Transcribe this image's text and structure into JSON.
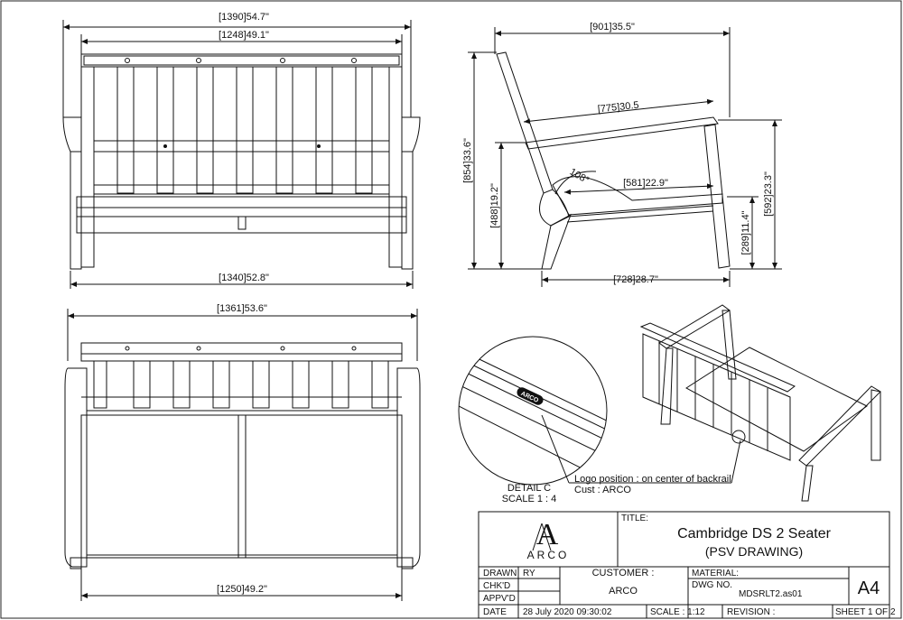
{
  "views": {
    "front": {
      "overall_width": "[1390]54.7\"",
      "back_width": "[1248]49.1\"",
      "leg_span": "[1340]52.8\""
    },
    "side": {
      "depth": "[901]35.5\"",
      "arm_length": "[775]30.5",
      "seat_depth": "[581]22.9\"",
      "base_depth": "[728]28.7\"",
      "overall_height": "[854]33.6\"",
      "seat_height": "[488]19.2\"",
      "arm_height": "[592]23.3\"",
      "seat_bottom_height": "[289]11.4\"",
      "back_angle": "108°"
    },
    "top": {
      "overall_width": "[1361]53.6\"",
      "seat_width": "[1250]49.2\""
    },
    "detail": {
      "logo_text": "ARCO",
      "note_line1": "Logo position : on center of backrail",
      "note_line2": "Cust : ARCO",
      "title": "DETAIL C",
      "scale": "SCALE 1 : 4"
    }
  },
  "title_block": {
    "logo_letter": "A",
    "logo_word": "ARCO",
    "title_label": "TITLE:",
    "title": "Cambridge DS 2 Seater",
    "subtitle": "(PSV DRAWING)",
    "drawn_label": "DRAWN",
    "drawn_value": "RY",
    "chkd_label": "CHK'D",
    "appvd_label": "APPV'D",
    "date_label": "DATE",
    "date_value": "28 July 2020 09:30:02",
    "customer_label": "CUSTOMER :",
    "customer_value": "ARCO",
    "material_label": "MATERIAL:",
    "dwg_label": "DWG NO.",
    "dwg_value": "MDSRLT2.as01",
    "size": "A4",
    "scale": "SCALE : 1:12",
    "revision": "REVISION :",
    "sheet": "SHEET 1 OF 2"
  }
}
